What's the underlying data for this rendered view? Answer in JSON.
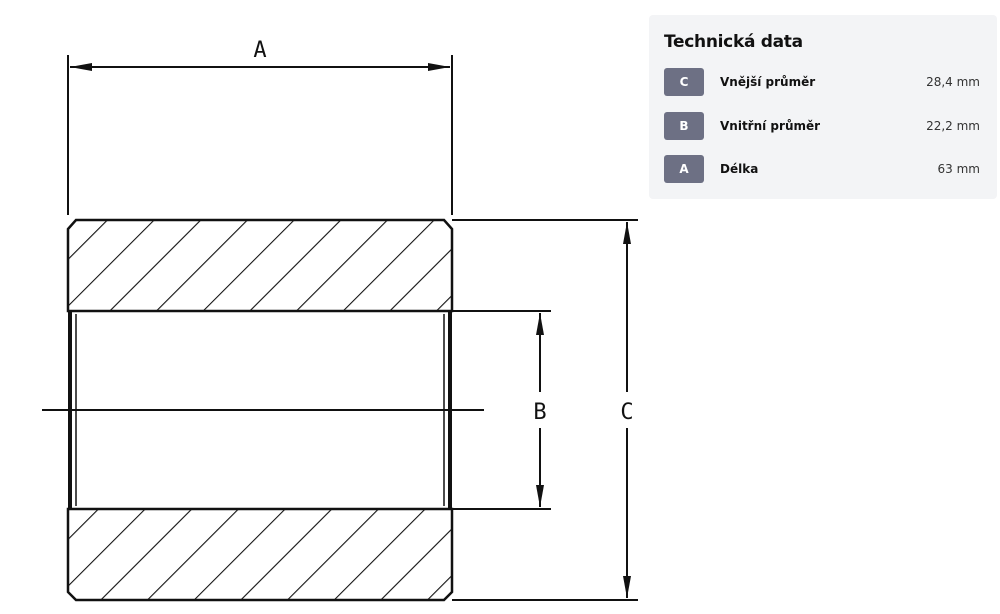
{
  "drawing": {
    "label_a": "A",
    "label_b": "B",
    "label_c": "C"
  },
  "panel": {
    "title": "Technická data",
    "rows": [
      {
        "badge": "C",
        "name": "Vnější průměr",
        "value": "28,4 mm"
      },
      {
        "badge": "B",
        "name": "Vnitřní průměr",
        "value": "22,2 mm"
      },
      {
        "badge": "A",
        "name": "Délka",
        "value": "63 mm"
      }
    ]
  }
}
